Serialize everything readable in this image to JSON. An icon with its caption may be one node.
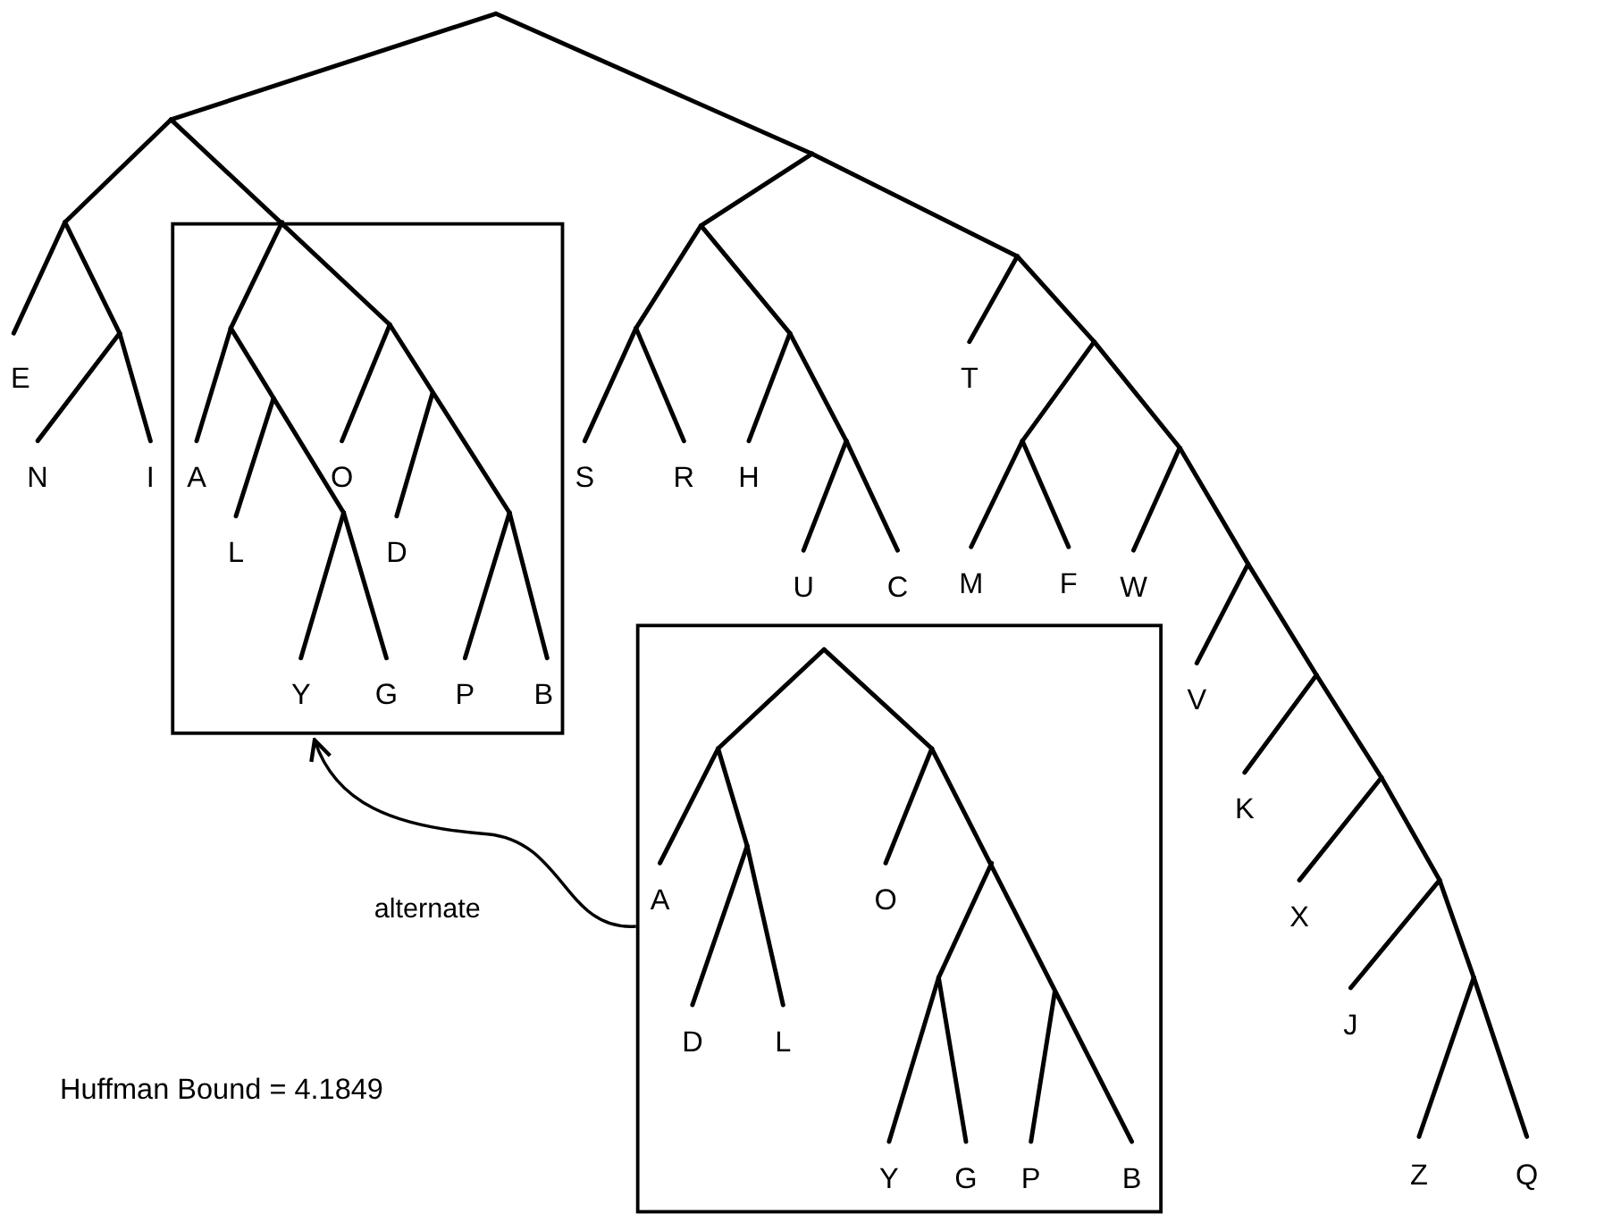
{
  "diagram": {
    "nodes": [
      {
        "text": [],
        "shape": "box"
      },
      {
        "text": [],
        "shape": "box"
      }
    ],
    "edges": [
      {
        "from": 1,
        "to": 0,
        "arrow": "to",
        "label": "alternate"
      }
    ],
    "labels": [
      "E",
      "T",
      "N",
      "I",
      "A",
      "O",
      "S",
      "R",
      "H",
      "L",
      "D",
      "U",
      "C",
      "M",
      "F",
      "W",
      "Y",
      "G",
      "P",
      "B",
      "V",
      "K",
      "A",
      "O",
      "X",
      "J",
      "D",
      "L",
      "Huffman Bound = 4.1849",
      "Y",
      "G",
      "P",
      "B",
      "Z",
      "Q"
    ]
  }
}
